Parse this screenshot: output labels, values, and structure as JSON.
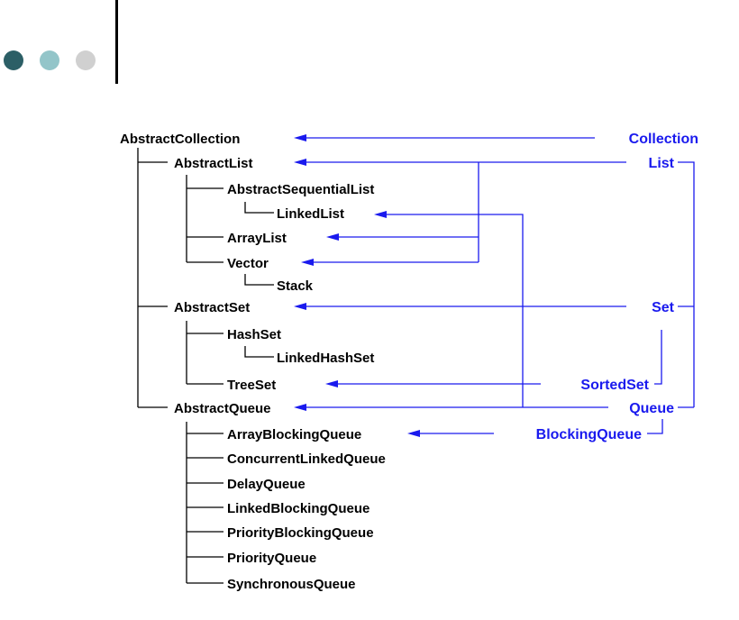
{
  "slide": {
    "bullet_colors": [
      "#2c5f66",
      "#93c5c9",
      "#d0d0d0"
    ]
  },
  "diagram": {
    "classes": {
      "abstract_collection": "AbstractCollection",
      "abstract_list": "AbstractList",
      "abstract_sequential_list": "AbstractSequentialList",
      "linked_list": "LinkedList",
      "array_list": "ArrayList",
      "vector": "Vector",
      "stack": "Stack",
      "abstract_set": "AbstractSet",
      "hash_set": "HashSet",
      "linked_hash_set": "LinkedHashSet",
      "tree_set": "TreeSet",
      "abstract_queue": "AbstractQueue",
      "array_blocking_queue": "ArrayBlockingQueue",
      "concurrent_linked_queue": "ConcurrentLinkedQueue",
      "delay_queue": "DelayQueue",
      "linked_blocking_queue": "LinkedBlockingQueue",
      "priority_blocking_queue": "PriorityBlockingQueue",
      "priority_queue": "PriorityQueue",
      "synchronous_queue": "SynchronousQueue"
    },
    "interfaces": {
      "collection": "Collection",
      "list": "List",
      "set": "Set",
      "sorted_set": "SortedSet",
      "queue": "Queue",
      "blocking_queue": "BlockingQueue"
    },
    "colors": {
      "class_text": "#000000",
      "interface_text": "#1a1aee",
      "hierarchy_line": "#000000",
      "implements_arrow": "#1a1aee"
    }
  }
}
